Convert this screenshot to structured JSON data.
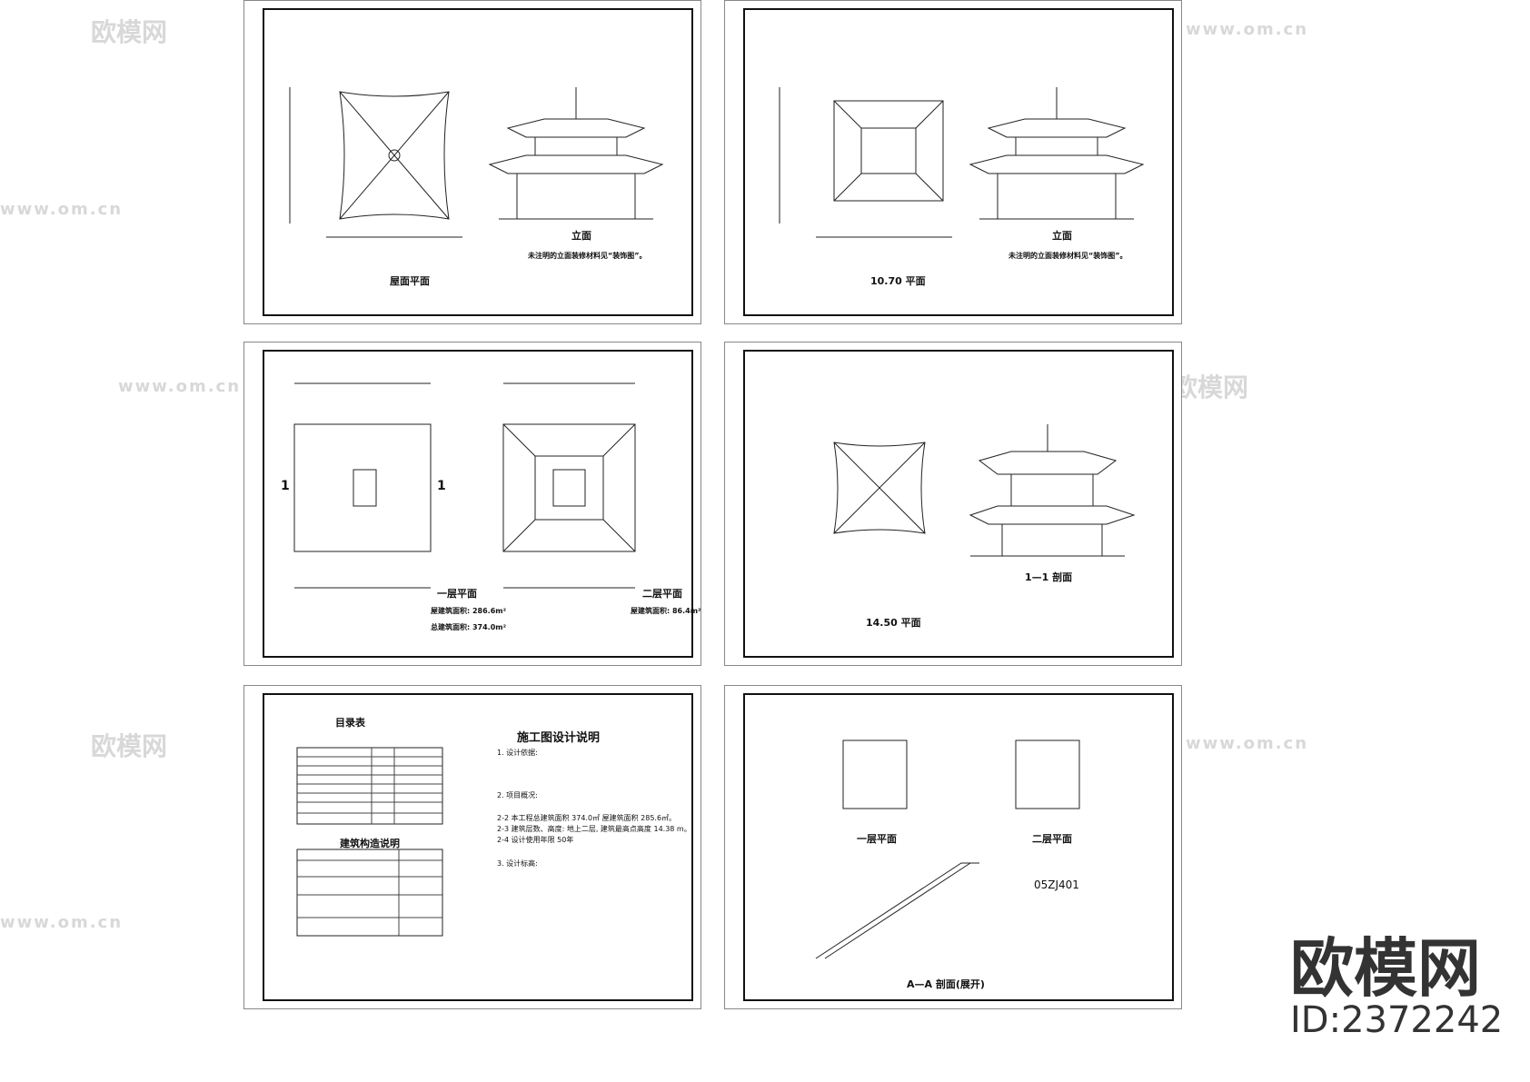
{
  "watermarks": {
    "brand": "欧模网",
    "url": "www.om.cn"
  },
  "logo": {
    "name": "欧模网",
    "id": "ID:2372242"
  },
  "sheets": [
    {
      "titles": [
        "屋面平面",
        "立面"
      ],
      "note": "未注明的立面装修材料见“装饰图”。"
    },
    {
      "titles": [
        "10.70 平面",
        "立面"
      ],
      "note": "未注明的立面装修材料见“装饰图”。"
    },
    {
      "titles": [
        "一层平面",
        "二层平面"
      ],
      "areas": [
        "屋建筑面积: 286.6m²",
        "总建筑面积: 374.0m²",
        "屋建筑面积: 86.4m²"
      ],
      "section_mark": "1"
    },
    {
      "titles": [
        "14.50 平面",
        "1—1 剖面"
      ]
    },
    {
      "titles": [
        "目录表",
        "建筑构造说明",
        "施工图设计说明"
      ],
      "notes": [
        "1. 设计依据:",
        "2. 项目概况:",
        "2-2 本工程总建筑面积 374.0㎡ 屋建筑面积 285.6㎡。",
        "2-3 建筑层数、高度: 地上二层, 建筑最高点高度 14.38 m。",
        "2-4 设计使用年限 50年",
        "3. 设计标高:"
      ]
    },
    {
      "titles": [
        "一层平面",
        "二层平面",
        "A—A 剖面(展开)"
      ],
      "refs": [
        "05ZJ401"
      ]
    }
  ]
}
